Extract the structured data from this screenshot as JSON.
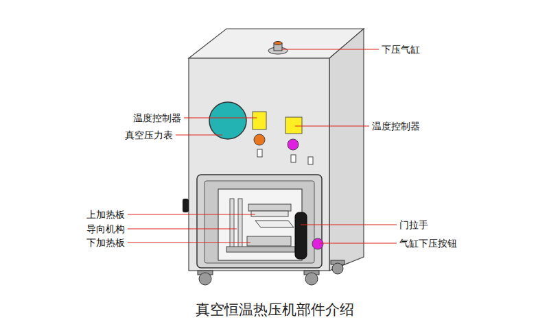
{
  "diagram": {
    "caption": "真空恒温热压机部件介绍",
    "labels": [
      "下压气缸",
      "温度控制器",
      "温度控制器",
      "真空压力表",
      "上加热板",
      "门拉手",
      "导向机构",
      "下加热板",
      "气缸下压按钮"
    ]
  }
}
